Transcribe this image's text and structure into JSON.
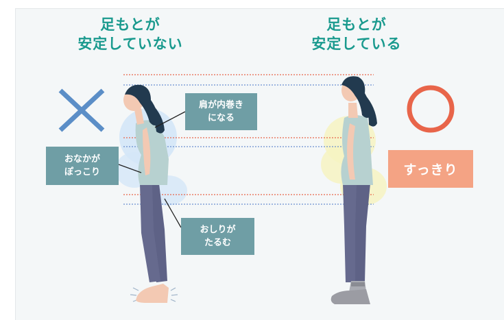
{
  "left_column": {
    "heading_line1": "足もとが",
    "heading_line2": "安定していない",
    "mark_icon": "cross-mark-icon",
    "callouts": {
      "shoulder_line1": "肩が内巻き",
      "shoulder_line2": "になる",
      "belly_line1": "おなかが",
      "belly_line2": "ぽっこり",
      "hip_line1": "おしりが",
      "hip_line2": "たるむ"
    }
  },
  "right_column": {
    "heading_line1": "足もとが",
    "heading_line2": "安定している",
    "mark_icon": "circle-mark-icon",
    "result_label": "すっきり"
  },
  "colors": {
    "heading": "#1a9a8e",
    "callout_bg": "#6f9ea5",
    "result_bg": "#f4a384",
    "cross_mark": "#5b8ec7",
    "circle_mark": "#e8654a",
    "guide_red": "#e8654a",
    "guide_blue": "#6a8fd0"
  }
}
